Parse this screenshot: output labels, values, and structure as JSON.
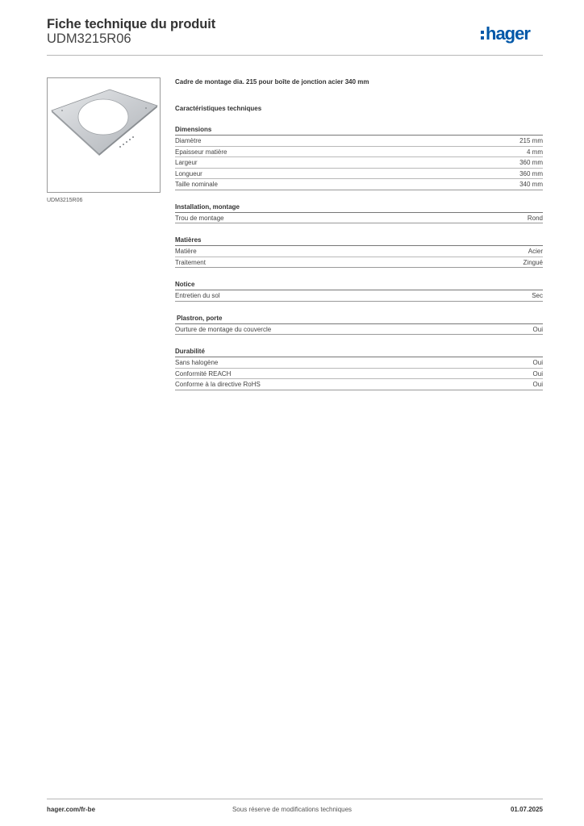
{
  "header": {
    "title": "Fiche technique du produit",
    "reference": "UDM3215R06",
    "logo_text": ":hager",
    "logo_color": "#0057a8"
  },
  "product": {
    "caption": "UDM3215R06"
  },
  "main": {
    "title": "Cadre de montage dia. 215 pour boîte de jonction acier 340 mm",
    "tech_title": "Caractéristiques techniques"
  },
  "sections": [
    {
      "title": "Dimensions",
      "rows": [
        {
          "label": "Diamètre",
          "value": "215 mm"
        },
        {
          "label": "Epaisseur matière",
          "value": "4 mm"
        },
        {
          "label": "Largeur",
          "value": "360 mm"
        },
        {
          "label": "Longueur",
          "value": "360 mm"
        },
        {
          "label": "Taille nominale",
          "value": "340 mm"
        }
      ]
    },
    {
      "title": "Installation, montage",
      "rows": [
        {
          "label": "Trou de montage",
          "value": "Rond"
        }
      ]
    },
    {
      "title": "Matières",
      "rows": [
        {
          "label": "Matière",
          "value": "Acier"
        },
        {
          "label": "Traitement",
          "value": "Zingué"
        }
      ]
    },
    {
      "title": "Notice",
      "rows": [
        {
          "label": "Entretien du sol",
          "value": "Sec"
        }
      ]
    },
    {
      "title": "Plastron, porte",
      "rows": [
        {
          "label": "Ourture de montage du couvercle",
          "value": "Oui"
        }
      ]
    },
    {
      "title": "Durabilité",
      "rows": [
        {
          "label": "Sans halogène",
          "value": "Oui"
        },
        {
          "label": "Conformité REACH",
          "value": "Oui"
        },
        {
          "label": "Conforme à la directive RoHS",
          "value": "Oui"
        }
      ]
    }
  ],
  "footer": {
    "website": "hager.com/fr-be",
    "notice": "Sous réserve de modifications techniques",
    "date": "01.07.2025"
  }
}
